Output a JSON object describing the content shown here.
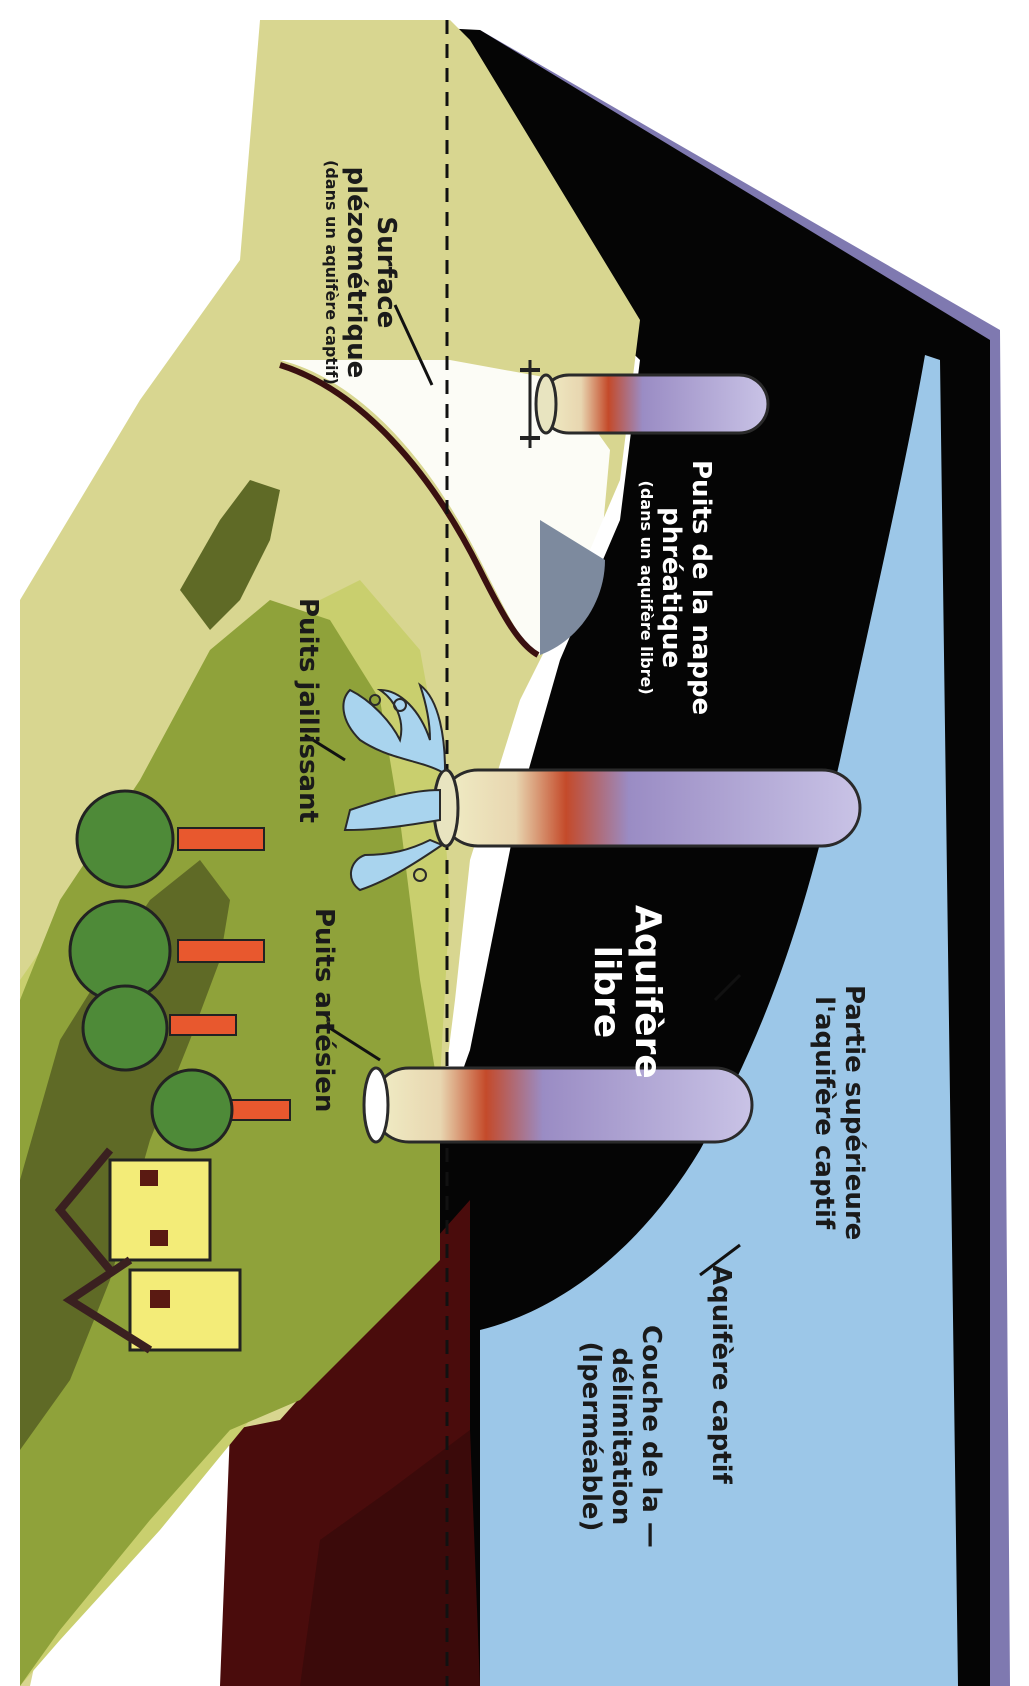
{
  "labels": {
    "surface_piezometrique": {
      "line1": "Surface",
      "line2": "plézométrique",
      "line3": "(dans un aquifère captif)"
    },
    "puits_nappe_phreatique": {
      "line1": "Puits de la nappe",
      "line2": "phréatique",
      "line3": "(dans un aquifère libre)"
    },
    "puits_jaillissant": "Puits jaillissant",
    "puits_artesien": "Puits artésien",
    "aquifere_libre": {
      "line1": "Aquifère",
      "line2": "libre"
    },
    "partie_superieure": {
      "line1": "Partie supérieure",
      "line2": "l'aquifère captif"
    },
    "couche_delimitation": {
      "line1": "Couche de la —",
      "line2": "délimitation",
      "line3": "(Iperméable)"
    },
    "aquifere_captif": "Aquifère captif"
  },
  "colors": {
    "hill_dark": "#5f6a26",
    "hill_mid": "#8fa23a",
    "field_light": "#c9cf6e",
    "soil_yellow": "#d8d690",
    "aquifer_black": "#050505",
    "confining_maroon": "#4a0c0c",
    "confined_blue": "#9cc7e8",
    "side_purple": "#7f79b0",
    "water_blue": "#b8dcf2",
    "trunk_orange": "#e8582e",
    "tree_green": "#4e8a38",
    "house_yellow": "#f3ec78"
  }
}
